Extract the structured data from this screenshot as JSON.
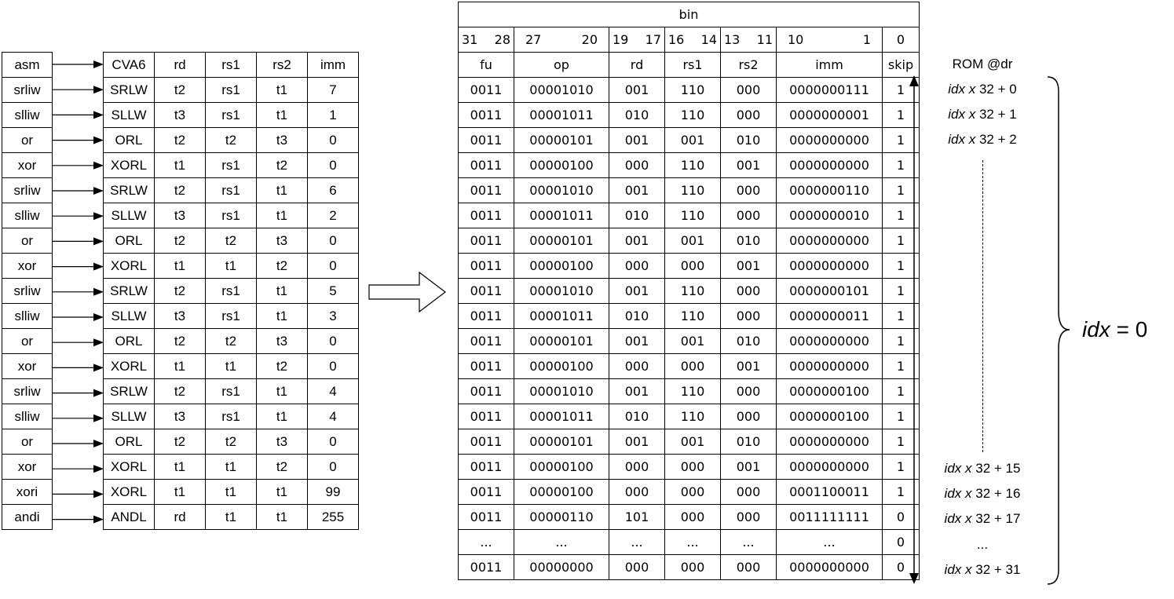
{
  "asm_table": {
    "header": "asm",
    "rows": [
      "srliw",
      "slliw",
      "or",
      "xor",
      "srliw",
      "slliw",
      "or",
      "xor",
      "srliw",
      "slliw",
      "or",
      "xor",
      "srliw",
      "slliw",
      "or",
      "xor",
      "xori",
      "andi"
    ]
  },
  "cva6_table": {
    "headers": [
      "CVA6",
      "rd",
      "rs1",
      "rs2",
      "imm"
    ],
    "rows": [
      [
        "SRLW",
        "t2",
        "rs1",
        "t1",
        "7"
      ],
      [
        "SLLW",
        "t3",
        "rs1",
        "t1",
        "1"
      ],
      [
        "ORL",
        "t2",
        "t2",
        "t3",
        "0"
      ],
      [
        "XORL",
        "t1",
        "rs1",
        "t2",
        "0"
      ],
      [
        "SRLW",
        "t2",
        "rs1",
        "t1",
        "6"
      ],
      [
        "SLLW",
        "t3",
        "rs1",
        "t1",
        "2"
      ],
      [
        "ORL",
        "t2",
        "t2",
        "t3",
        "0"
      ],
      [
        "XORL",
        "t1",
        "t1",
        "t2",
        "0"
      ],
      [
        "SRLW",
        "t2",
        "rs1",
        "t1",
        "5"
      ],
      [
        "SLLW",
        "t3",
        "rs1",
        "t1",
        "3"
      ],
      [
        "ORL",
        "t2",
        "t2",
        "t3",
        "0"
      ],
      [
        "XORL",
        "t1",
        "t1",
        "t2",
        "0"
      ],
      [
        "SRLW",
        "t2",
        "rs1",
        "t1",
        "4"
      ],
      [
        "SLLW",
        "t3",
        "rs1",
        "t1",
        "4"
      ],
      [
        "ORL",
        "t2",
        "t2",
        "t3",
        "0"
      ],
      [
        "XORL",
        "t1",
        "t1",
        "t2",
        "0"
      ],
      [
        "XORL",
        "t1",
        "t1",
        "t1",
        "99"
      ],
      [
        "ANDL",
        "rd",
        "t1",
        "t1",
        "255"
      ]
    ]
  },
  "bin_table": {
    "title": "bin",
    "bit_ranges": [
      {
        "hi": "31",
        "lo": "28"
      },
      {
        "hi": "27",
        "lo": "20"
      },
      {
        "hi": "19",
        "lo": "17"
      },
      {
        "hi": "16",
        "lo": "14"
      },
      {
        "hi": "13",
        "lo": "11"
      },
      {
        "hi": "10",
        "lo": "1"
      },
      {
        "hi": "0",
        "lo": ""
      }
    ],
    "headers": [
      "fu",
      "op",
      "rd",
      "rs1",
      "rs2",
      "imm",
      "skip"
    ],
    "rows": [
      [
        "0011",
        "00001010",
        "001",
        "110",
        "000",
        "0000000111",
        "1"
      ],
      [
        "0011",
        "00001011",
        "010",
        "110",
        "000",
        "0000000001",
        "1"
      ],
      [
        "0011",
        "00000101",
        "001",
        "001",
        "010",
        "0000000000",
        "1"
      ],
      [
        "0011",
        "00000100",
        "000",
        "110",
        "001",
        "0000000000",
        "1"
      ],
      [
        "0011",
        "00001010",
        "001",
        "110",
        "000",
        "0000000110",
        "1"
      ],
      [
        "0011",
        "00001011",
        "010",
        "110",
        "000",
        "0000000010",
        "1"
      ],
      [
        "0011",
        "00000101",
        "001",
        "001",
        "010",
        "0000000000",
        "1"
      ],
      [
        "0011",
        "00000100",
        "000",
        "000",
        "001",
        "0000000000",
        "1"
      ],
      [
        "0011",
        "00001010",
        "001",
        "110",
        "000",
        "0000000101",
        "1"
      ],
      [
        "0011",
        "00001011",
        "010",
        "110",
        "000",
        "0000000011",
        "1"
      ],
      [
        "0011",
        "00000101",
        "001",
        "001",
        "010",
        "0000000000",
        "1"
      ],
      [
        "0011",
        "00000100",
        "000",
        "000",
        "001",
        "0000000000",
        "1"
      ],
      [
        "0011",
        "00001010",
        "001",
        "110",
        "000",
        "0000000100",
        "1"
      ],
      [
        "0011",
        "00001011",
        "010",
        "110",
        "000",
        "0000000100",
        "1"
      ],
      [
        "0011",
        "00000101",
        "001",
        "001",
        "010",
        "0000000000",
        "1"
      ],
      [
        "0011",
        "00000100",
        "000",
        "000",
        "001",
        "0000000000",
        "1"
      ],
      [
        "0011",
        "00000100",
        "000",
        "000",
        "000",
        "0001100011",
        "1"
      ],
      [
        "0011",
        "00000110",
        "101",
        "000",
        "000",
        "0011111111",
        "0"
      ],
      [
        "...",
        "...",
        "...",
        "...",
        "...",
        "...",
        "0"
      ],
      [
        "0011",
        "00000000",
        "000",
        "000",
        "000",
        "0000000000",
        "0"
      ]
    ]
  },
  "rom": {
    "title": "ROM @dr",
    "var": "idx",
    "times": "x",
    "entries": [
      {
        "row": 0,
        "suffix": " 32 + 0"
      },
      {
        "row": 1,
        "suffix": " 32 + 1"
      },
      {
        "row": 2,
        "suffix": " 32 + 2"
      },
      {
        "row": 15,
        "suffix": " 32 + 15"
      },
      {
        "row": 16,
        "suffix": " 32 + 16"
      },
      {
        "row": 17,
        "suffix": " 32 + 17"
      },
      {
        "row": 19,
        "suffix": " 32 + 31"
      }
    ],
    "ellipsis": "...",
    "brace_label_var": "idx",
    "brace_label_rest": " = 0"
  }
}
